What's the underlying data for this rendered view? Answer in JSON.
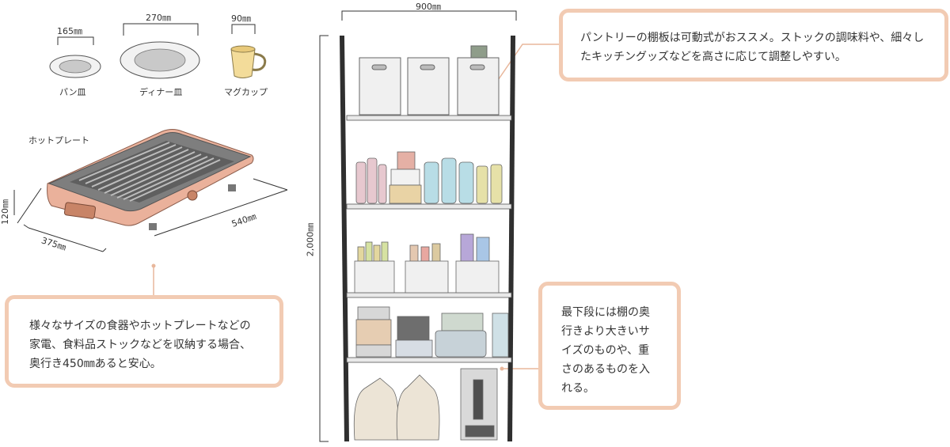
{
  "colors": {
    "callout_border": "#f2cbb3",
    "plate_body": "#e8a48c",
    "shelf_line": "#2f2f2f"
  },
  "tableware": {
    "bread_plate": {
      "dimension": "165㎜",
      "caption": "パン皿"
    },
    "dinner_plate": {
      "dimension": "270㎜",
      "caption": "ディナー皿"
    },
    "mug": {
      "dimension": "90㎜",
      "caption": "マグカップ"
    }
  },
  "hotplate": {
    "caption": "ホットプレート",
    "height": "120㎜",
    "depth": "375㎜",
    "width": "540㎜"
  },
  "pantry": {
    "width": "900㎜",
    "height": "2,000㎜"
  },
  "callouts": {
    "top": "パントリーの棚板は可動式がおススメ。ストックの調味料や、細々したキッチングッズなどを高さに応じて調整しやすい。",
    "left": "様々なサイズの食器やホットプレートなどの家電、食料品ストックなどを収納する場合、奥行き450㎜あると安心。",
    "bottom_right": "最下段には棚の奥行きより大きいサイズのものや、重さのあるものを入れる。"
  }
}
